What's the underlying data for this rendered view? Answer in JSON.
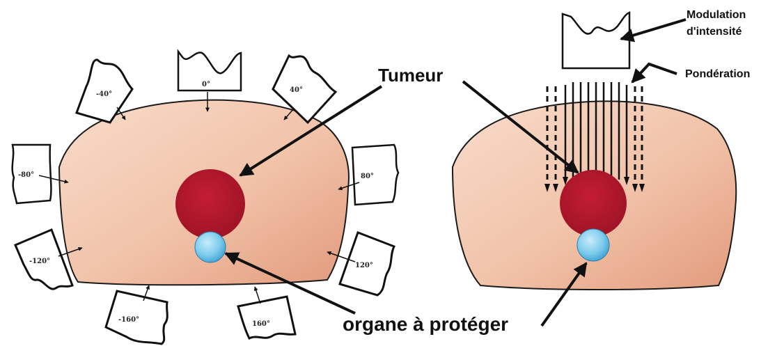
{
  "labels": {
    "tumeur": "Tumeur",
    "organe": "organe à protéger",
    "modulation_line1": "Modulation",
    "modulation_line2": "d'intensité",
    "ponderation": "Pondération"
  },
  "beams": [
    {
      "id": "beam-0",
      "label": "0°"
    },
    {
      "id": "beam-40",
      "label": "40°"
    },
    {
      "id": "beam-80",
      "label": "80°"
    },
    {
      "id": "beam-120",
      "label": "120°"
    },
    {
      "id": "beam-160",
      "label": "160°"
    },
    {
      "id": "beam-m40",
      "label": "-40°"
    },
    {
      "id": "beam-m80",
      "label": "-80°"
    },
    {
      "id": "beam-m120",
      "label": "-120°"
    },
    {
      "id": "beam-m160",
      "label": "-160°"
    }
  ],
  "colors": {
    "body_light": "#f6d3bf",
    "body_dark": "#e6a184",
    "tumor": "#b0172b",
    "organ": "#78c8ea",
    "outline": "#1a1a1a"
  }
}
